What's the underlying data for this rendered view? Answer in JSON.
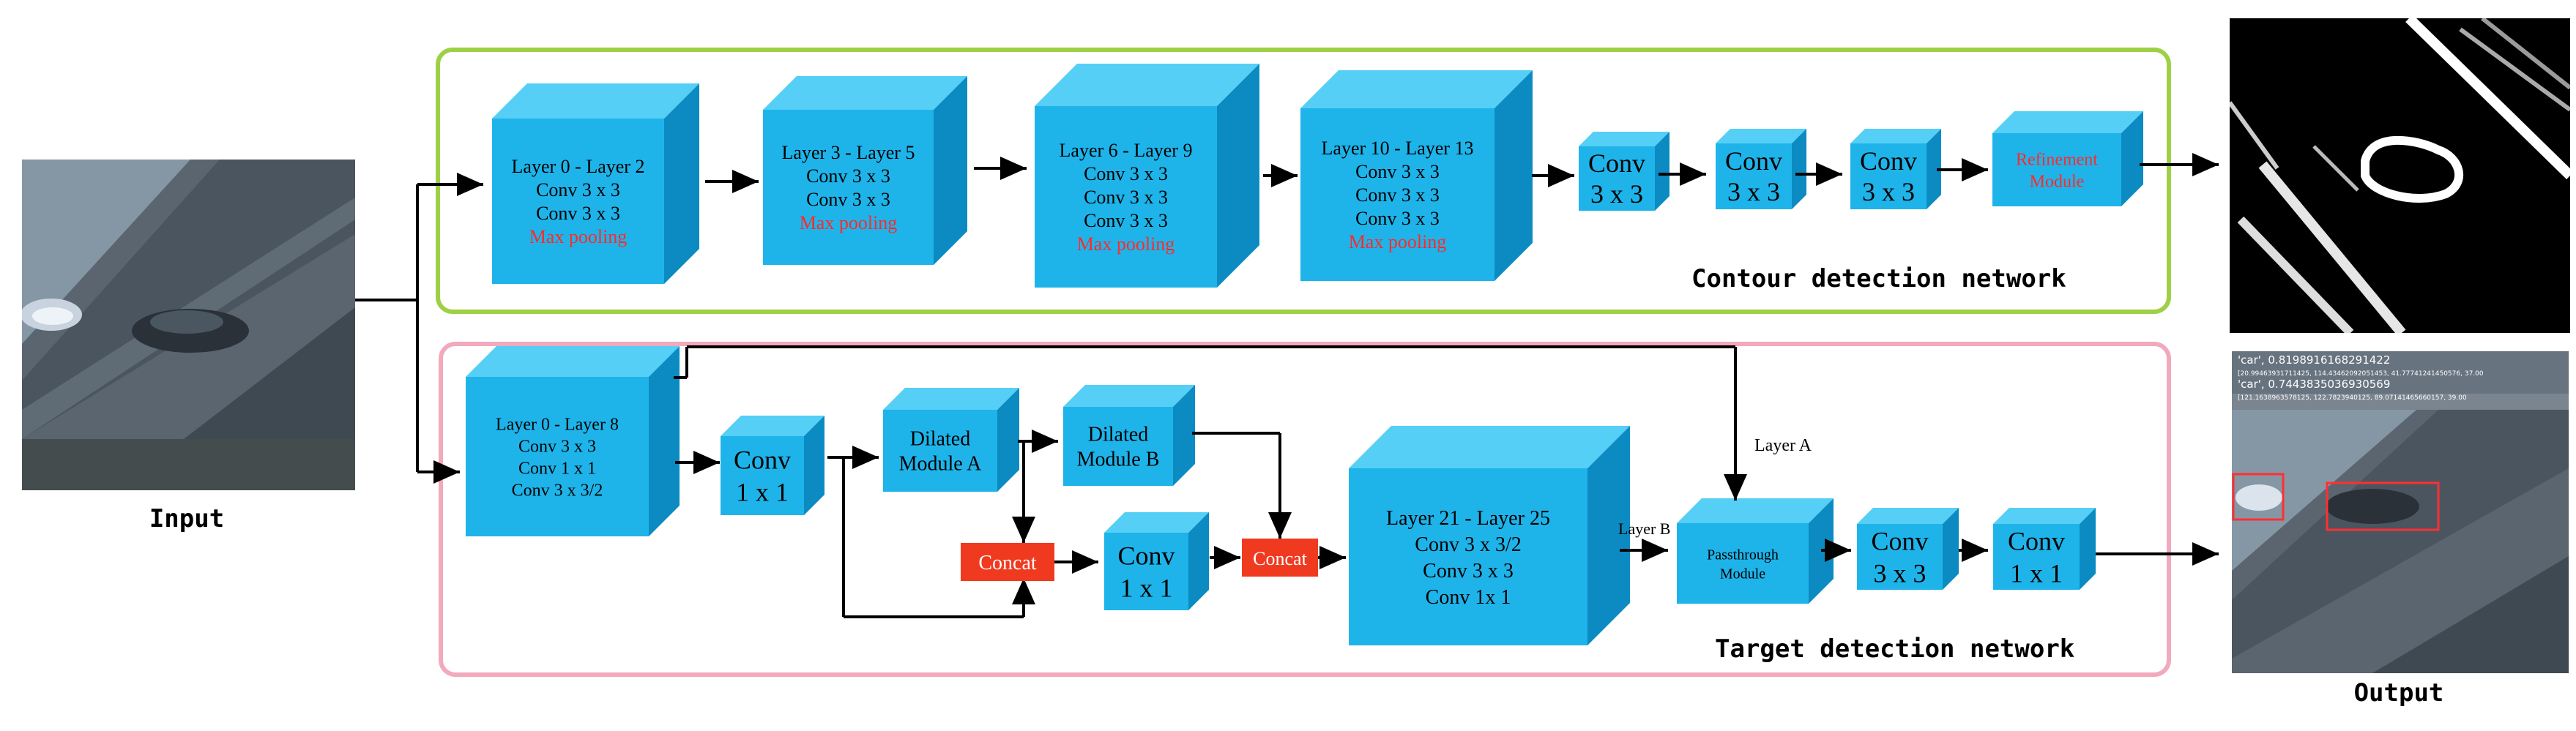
{
  "colors": {
    "cube_front": "#1eb4ea",
    "cube_top": "#55cff5",
    "cube_side": "#0b8bc2",
    "contour_border": "#9ed046",
    "target_border": "#f2a9bd",
    "red_text": "#ff2a2a",
    "concat_fill": "#f03a20",
    "arrow": "#000000"
  },
  "labels": {
    "input": "Input",
    "output": "Output",
    "contour_network": "Contour detection network",
    "target_network": "Target detection network",
    "layer_a": "Layer A",
    "layer_b": "Layer B"
  },
  "contour_blocks": [
    {
      "lines": [
        "Layer 0 - Layer 2",
        "Conv 3 x 3",
        "Conv 3 x 3"
      ],
      "red": "Max pooling"
    },
    {
      "lines": [
        "Layer 3 - Layer 5",
        "Conv 3 x 3",
        "Conv 3 x 3"
      ],
      "red": "Max pooling"
    },
    {
      "lines": [
        "Layer 6 - Layer 9",
        "Conv 3 x 3",
        "Conv 3 x 3",
        "Conv 3 x 3"
      ],
      "red": "Max pooling"
    },
    {
      "lines": [
        "Layer 10 - Layer 13",
        "Conv 3 x 3",
        "Conv 3 x 3",
        "Conv 3 x 3"
      ],
      "red": "Max pooling"
    },
    {
      "lines": [
        "Conv",
        "3 x 3"
      ]
    },
    {
      "lines": [
        "Conv",
        "3 x 3"
      ]
    },
    {
      "lines": [
        "Conv",
        "3 x 3"
      ]
    },
    {
      "lines": [],
      "red_lines": [
        "Refinement",
        "Module"
      ]
    }
  ],
  "target_blocks": [
    {
      "lines": [
        "Layer 0 - Layer 8",
        "Conv 3 x 3",
        "Conv 1 x 1",
        "Conv 3 x 3/2"
      ]
    },
    {
      "lines": [
        "Conv",
        "1 x 1"
      ]
    },
    {
      "lines": [
        "Dilated",
        "Module A"
      ]
    },
    {
      "lines": [
        "Dilated",
        "Module B"
      ]
    },
    {
      "lines": [
        "Conv",
        "1 x 1"
      ]
    },
    {
      "lines": [
        "Layer 21 - Layer 25",
        "Conv 3 x 3/2",
        "Conv 3 x 3",
        "Conv 1x 1"
      ]
    },
    {
      "lines": [
        "Passthrough",
        "Module"
      ]
    },
    {
      "lines": [
        "Conv",
        "3 x 3"
      ]
    },
    {
      "lines": [
        "Conv",
        "1 x 1"
      ]
    }
  ],
  "concat_labels": [
    "Concat",
    "Concat"
  ],
  "output_overlay": {
    "line1": "'car', 0.8198916168291422",
    "line2": "[20.99463931711425, 114.43462092051453, 41.77741241450576, 37.00",
    "line3": "'car', 0.7443835036930569",
    "line4": "[121.1638963578125, 122.7823940125, 89.07141465660157, 39.00"
  }
}
